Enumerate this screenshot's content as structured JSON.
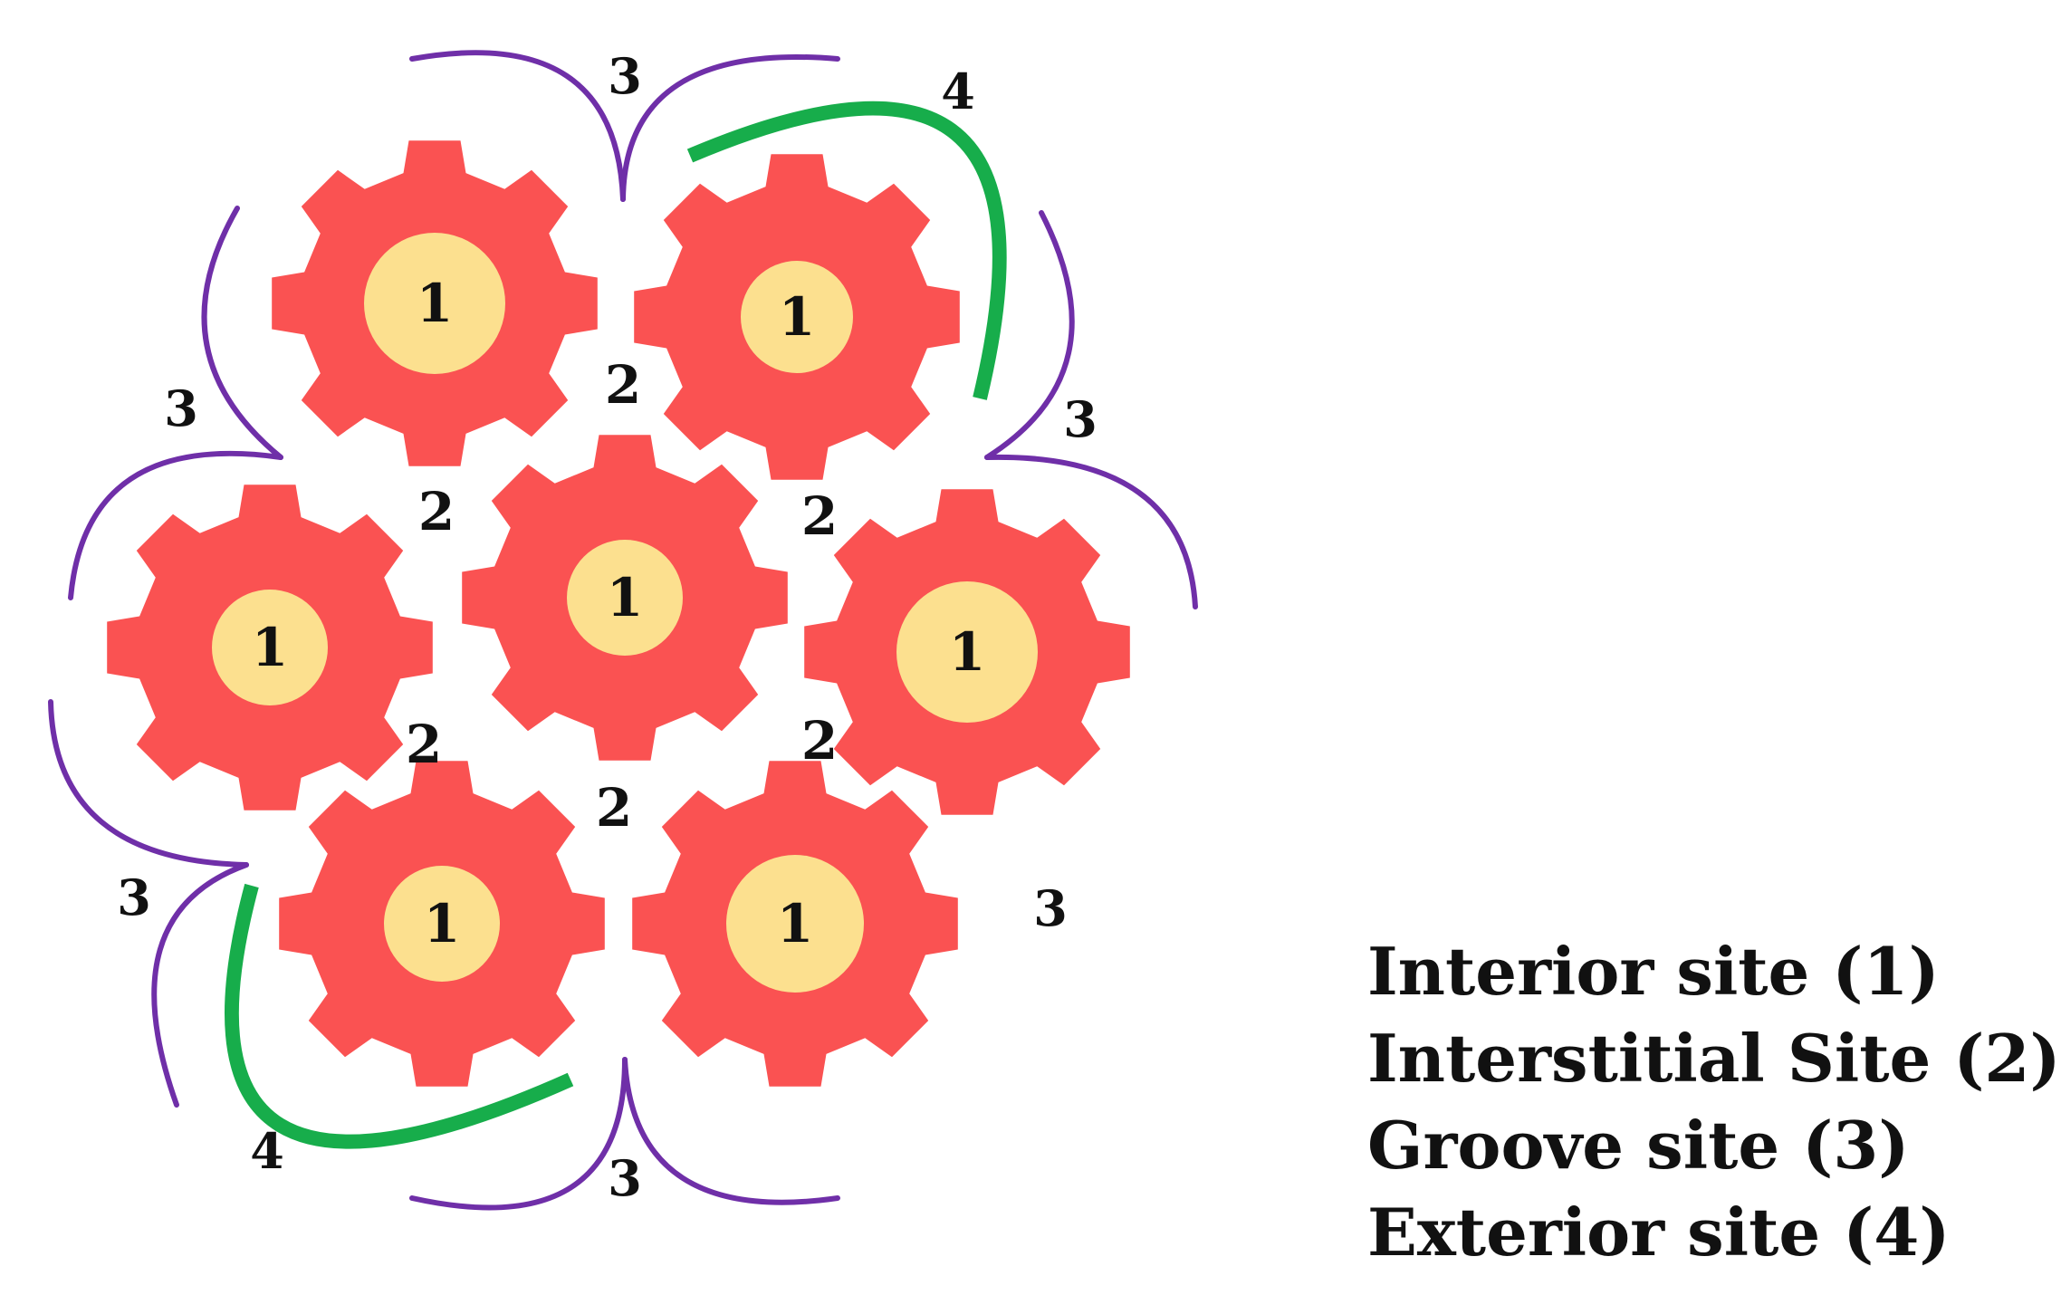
{
  "colors": {
    "gear": "#fa5252",
    "core": "#fce08f",
    "groove_arc": "#6f2fa8",
    "exterior_arc": "#17ad4b",
    "text": "#111111"
  },
  "icons": {
    "gear": "gear-icon"
  },
  "gears": [
    {
      "id": "top-left",
      "label": "1"
    },
    {
      "id": "top-right",
      "label": "1"
    },
    {
      "id": "middle-left",
      "label": "1"
    },
    {
      "id": "center",
      "label": "1"
    },
    {
      "id": "middle-right",
      "label": "1"
    },
    {
      "id": "bottom-left",
      "label": "1"
    },
    {
      "id": "bottom-right",
      "label": "1"
    }
  ],
  "interstitial_labels": [
    "2",
    "2",
    "2",
    "2",
    "2",
    "2"
  ],
  "groove_labels": [
    "3",
    "3",
    "3",
    "3",
    "3",
    "3"
  ],
  "exterior_labels": [
    "4",
    "4"
  ],
  "legend": [
    "Interior site (1)",
    "Interstitial Site (2)",
    "Groove site (3)",
    "Exterior site (4)"
  ]
}
